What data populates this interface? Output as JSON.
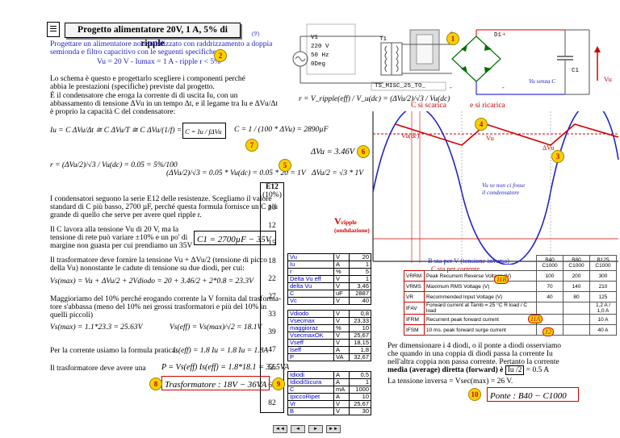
{
  "header": {
    "title": "Progetto alimentatore 20V, 1 A, 5% di ripple",
    "title_ref": "(9')",
    "doc_icon": "document-icon"
  },
  "intro": {
    "line1": "Progettare un alimentatore non stabilizzato con raddrizzamento a doppia",
    "line2": "semionda e filtro capacitivo con le seguenti specifiche:",
    "specs": "Vu = 20 V  -  Iumax = 1 A  -  ripple r < 5%"
  },
  "para1": {
    "line1": "Lo schema è questo e progettarlo scegliere i componenti perché",
    "line2": "abbia le prestazioni (specifiche) previste dal progetto.",
    "line3": "È il condensatore che eroga la corrente di di uscita Iu, con un",
    "line4": "abbassamento di tensione ΔVu in un tempo Δt, e il legame tra Iu e ΔVu/Δt",
    "line5": "è proprio la capacità C del condensatore:"
  },
  "circuit": {
    "source_lines": [
      "V1",
      "220 V",
      "50 Hz",
      "0Deg"
    ],
    "transformer": "T1",
    "transformer_name": "TS_MISC_25_TO_",
    "bridge": "D1",
    "cap": "C1",
    "vu": "Vu",
    "vu_load": "Vu senza C"
  },
  "formulas": {
    "r_ripple": "r = V_ripple(eff) / V_u(dc) = (ΔVu/2)/√3 / Vu(dc)",
    "iu": "Iu = C ΔVu/Δt ≅ C ΔVu/T ≅ C ΔVu/(1/f) = CfΔVu",
    "c_eq": "C = Iu / fΔVu",
    "c_val": "C = 1 / (100 * ΔVu) = 2890µF",
    "r_val": "r = (ΔVu/2)/√3 / Vu(dc) = 0.05 = 5%/100",
    "dvu_eq": "(ΔVu/2)/√3 = 0.05 * Vu(dc) = 0.05 * 20 = 1V",
    "dvu_half": "ΔVu/2 = √3 * 1V",
    "dvu_val": "ΔVu = 3.46V",
    "vsmax": "Vs(max) = Vu + ΔVu/2 + 2Vdiodo = 20 + 3.46/2 + 2*0.8 = 23.3V",
    "vsmax2": "Vs(max) = 1.1*23.3 = 25.63V",
    "vseff": "Vs(eff) = Vs(max)/√2 = 18.1V",
    "iseff": "Is(eff) = 1.8 Iu = 1.8 Iu = 1.8A",
    "p": "P = Vs(eff) Is(eff) = 1.8*18.1 = 32.5VA",
    "c_choice": "C1 = 2700µF − 35V",
    "trafo": "Trasformatore : 18V − 36VA",
    "ponte": "Ponte : B40 − C1000"
  },
  "para2": {
    "line1": "I condensatori seguono la serie E12 delle resistenze.  Scegliamo  il  valore",
    "line2": "standard di C più basso, 2700 µF, perché questa formula fornisce un C più",
    "line3": "grande di quello che serve per avere quel ripple r.",
    "line4": "Il C lavora alla tensione Vu di 20 V, ma la",
    "line5": "tensione di rete può variare ±10% e un po' di",
    "line6": "margine non guasta per cui prendiamo un 35V"
  },
  "para3": {
    "line1": "Il trasformatore deve fornire la tensione Vu + ΔVu/2 (tensione di picco",
    "line2": "della Vu) nonostante le cadute di tensione su due diodi, per cui:",
    "line3": "Maggioriamo del 10% perché erogando corrente la V fornita dal trasforma-",
    "line4": "tore s'abbassa (meno del 10% nei grossi trasformatori e più del 10% in",
    "line5": "quelli piccoli)",
    "line6": "Per la corrente usiamo la formula pratica:",
    "line7": "Il trasformatore deve avere una"
  },
  "e12": {
    "title": "E12",
    "sub": "(10%)",
    "values": [
      "10",
      "12",
      "15",
      "18",
      "22",
      "27",
      "33",
      "39",
      "47",
      "56",
      "68",
      "82"
    ]
  },
  "graph": {
    "label_scarica": "C si scarica",
    "label_ricarica": "e si ricarica",
    "vu_dc": "Vu(dc)",
    "vu": "Vu",
    "dvu": "ΔVu",
    "vu_no_c": "Vu se non ci fosse",
    "vu_no_c2": "il condensatore",
    "vripple": "V",
    "vripple_sub": "ripple",
    "ondulazione": "(ondulazione)"
  },
  "table1": [
    [
      "Vu",
      "V",
      "20"
    ],
    [
      "Iu",
      "A",
      "1"
    ],
    [
      "r",
      "%",
      "5"
    ],
    [
      "Delta Vu eff",
      "V",
      "1"
    ],
    [
      "delta Vu",
      "V",
      "3,46"
    ],
    [
      "C",
      "uF",
      "2887"
    ],
    [
      "Vc",
      "V",
      "40"
    ]
  ],
  "table2": [
    [
      "Vdiodo",
      "V",
      "0,8"
    ],
    [
      "Vsecmax",
      "V",
      "23,33"
    ],
    [
      "maggioraz",
      "%",
      "10"
    ],
    [
      "VsecmaxOK",
      "V",
      "25,67"
    ],
    [
      "Vseff",
      "V",
      "18,15"
    ],
    [
      "Iseff",
      "A",
      "1,8"
    ],
    [
      "P",
      "VA",
      "32,67"
    ]
  ],
  "table3": [
    [
      "Idiodi",
      "A",
      "0,5"
    ],
    [
      "IdiodiSicura",
      "A",
      "1"
    ],
    [
      "C",
      "mA",
      "1000"
    ],
    [
      "IpiccoRipet",
      "A",
      "10"
    ],
    [
      "Vr",
      "V",
      "25,67"
    ],
    [
      "B",
      "V",
      "30"
    ]
  ],
  "datasheet": {
    "title1": "B sta per V (tensione inversa)",
    "title2": "C sta per corrente",
    "cols": [
      "B40\nC1000",
      "B80\nC1000",
      "B125\nC1000"
    ],
    "rows": [
      [
        "VRRM",
        "Peak Recurrent Reverse Voltage (V)",
        "100",
        "200",
        "300"
      ],
      [
        "VRMS",
        "Maximum RMS Voltage (V)",
        "70",
        "140",
        "210"
      ],
      [
        "VR",
        "Recommended Input Voltage (V)",
        "40",
        "80",
        "125"
      ],
      [
        "IFAV",
        "Forward current at Tamb = 25 °C  R load / C load",
        "",
        "",
        "1,2 A / 1,0 A"
      ],
      [
        "IFRM",
        "Recurrent peak forward current",
        "",
        "",
        "10 A"
      ],
      [
        "IFSM",
        "10 ms. peak forward surge current",
        "",
        "",
        "40 A"
      ]
    ],
    "badge_11b": "11B",
    "badge_11a": "11A",
    "badge_12": "12"
  },
  "para4": {
    "line1": "Per dimensionare i 4 diodi, o il ponte a diodi osserviamo",
    "line2": "che quando in una coppia di diodi passa la corrente Iu",
    "line3": "nell'altra coppia non passa corrente. Pertanto la corrente",
    "line4": "media (average) diretta (forward) è",
    "line4b": "Iu /2",
    "line4c": "= 0.5 A",
    "line5": "La tensione inversa = Vsec(max) = 26 V."
  },
  "badges": [
    "1",
    "2",
    "3",
    "4",
    "5",
    "6",
    "7",
    "8",
    "9",
    "10"
  ],
  "nav": [
    "◄◄",
    "◄",
    "►",
    "►►"
  ]
}
